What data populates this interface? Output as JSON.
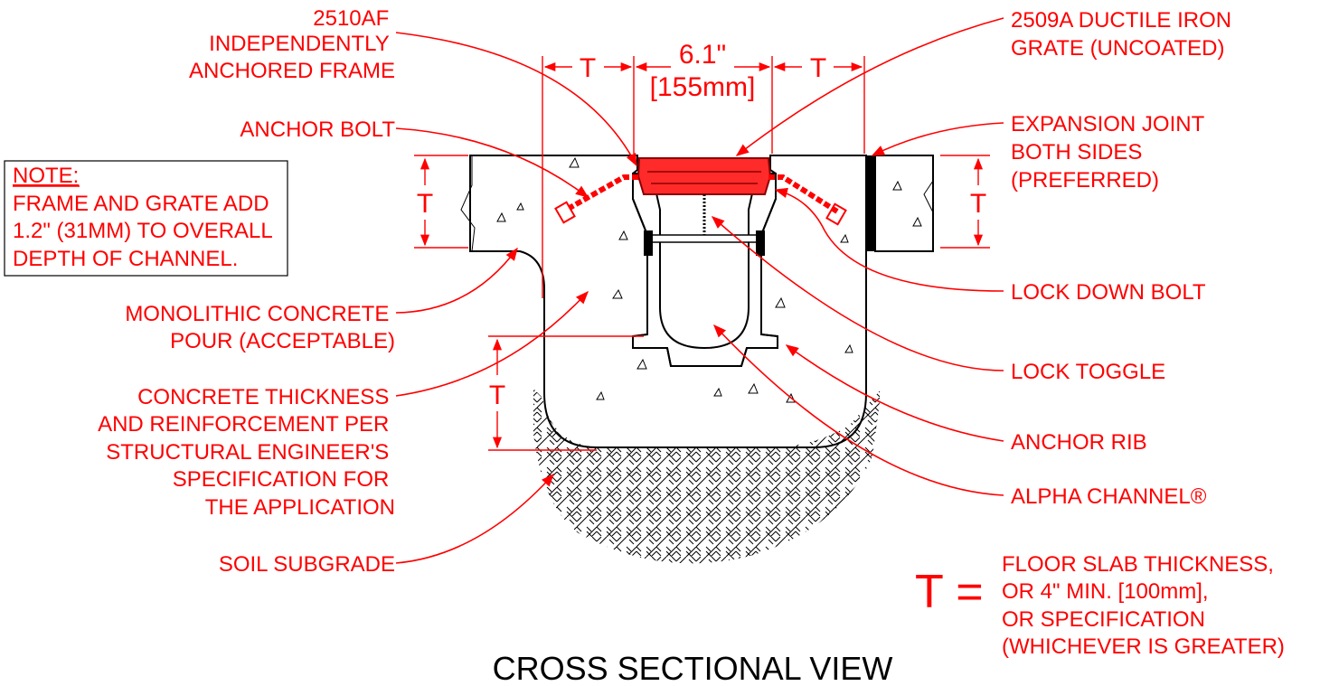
{
  "title": "CROSS SECTIONAL VIEW",
  "dimension": {
    "width_in": "6.1\"",
    "width_mm": "[155mm]",
    "t_symbol": "T"
  },
  "note": {
    "heading": "NOTE:",
    "lines": [
      "FRAME AND GRATE ADD",
      "1.2\" (31MM) TO OVERALL",
      "DEPTH OF CHANNEL."
    ]
  },
  "labels": {
    "frame": [
      "2510AF",
      "INDEPENDENTLY",
      "ANCHORED FRAME"
    ],
    "anchor_bolt": [
      "ANCHOR BOLT"
    ],
    "monolithic": [
      "MONOLITHIC CONCRETE",
      "POUR (ACCEPTABLE)"
    ],
    "concrete": [
      "CONCRETE THICKNESS",
      "AND REINFORCEMENT PER",
      "STRUCTURAL ENGINEER'S",
      "SPECIFICATION FOR",
      "THE APPLICATION"
    ],
    "soil": [
      "SOIL SUBGRADE"
    ],
    "grate": [
      "2509A DUCTILE IRON",
      "GRATE (UNCOATED)"
    ],
    "expansion": [
      "EXPANSION JOINT",
      "BOTH SIDES",
      "(PREFERRED)"
    ],
    "lock_bolt": [
      "LOCK DOWN BOLT"
    ],
    "lock_toggle": [
      "LOCK TOGGLE"
    ],
    "anchor_rib": [
      "ANCHOR RIB"
    ],
    "channel": [
      "ALPHA CHANNEL®"
    ]
  },
  "legend": {
    "symbol": "T =",
    "lines": [
      "FLOOR SLAB THICKNESS,",
      "OR 4\" MIN. [100mm],",
      "OR SPECIFICATION",
      "(WHICHEVER IS GREATER)"
    ]
  },
  "colors": {
    "annotation": "#ff0000",
    "linework": "#000000",
    "background": "#ffffff"
  }
}
